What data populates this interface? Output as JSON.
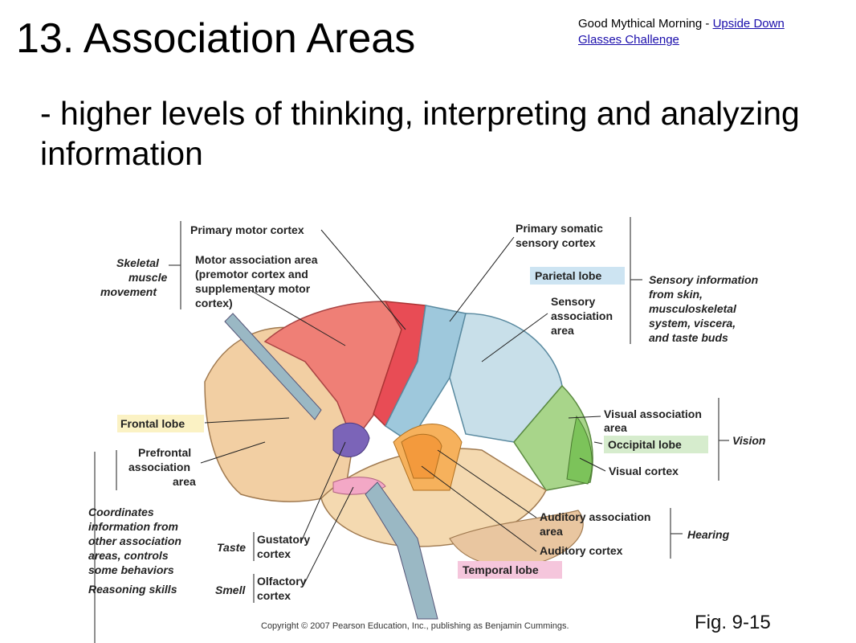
{
  "slide": {
    "title": "13.  Association Areas",
    "reference_prefix": "Good Mythical Morning - ",
    "reference_link": "Upside Down Glasses Challenge",
    "subtitle": "- higher levels of thinking, interpreting and analyzing information"
  },
  "diagram": {
    "left_labels": {
      "primary_motor": "Primary motor cortex",
      "motor_assoc_1": "Motor association area",
      "motor_assoc_2": "(premotor cortex and",
      "motor_assoc_3": "supplementary motor",
      "motor_assoc_4": "cortex)",
      "skeletal_1": "Skeletal",
      "skeletal_2": "muscle",
      "skeletal_3": "movement",
      "frontal_lobe": "Frontal lobe",
      "prefrontal_1": "Prefrontal",
      "prefrontal_2": "association",
      "prefrontal_3": "area",
      "coord_1": "Coordinates",
      "coord_2": "information from",
      "coord_3": "other association",
      "coord_4": "areas, controls",
      "coord_5": "some behaviors",
      "reasoning": "Reasoning skills",
      "taste": "Taste",
      "gustatory_1": "Gustatory",
      "gustatory_2": "cortex",
      "smell": "Smell",
      "olfactory_1": "Olfactory",
      "olfactory_2": "cortex"
    },
    "right_labels": {
      "primary_somatic_1": "Primary somatic",
      "primary_somatic_2": "sensory cortex",
      "parietal_lobe": "Parietal lobe",
      "sensory_info_1": "Sensory information",
      "sensory_info_2": "from skin,",
      "sensory_info_3": "musculoskeletal",
      "sensory_info_4": "system, viscera,",
      "sensory_info_5": "and taste buds",
      "sensory_assoc_1": "Sensory",
      "sensory_assoc_2": "association",
      "sensory_assoc_3": "area",
      "visual_assoc_1": "Visual association",
      "visual_assoc_2": "area",
      "occipital_lobe": "Occipital lobe",
      "vision": "Vision",
      "visual_cortex": "Visual cortex",
      "auditory_assoc_1": "Auditory association",
      "auditory_assoc_2": "area",
      "hearing": "Hearing",
      "auditory_cortex": "Auditory cortex",
      "temporal_lobe": "Temporal lobe"
    },
    "copyright": "Copyright © 2007 Pearson Education, Inc., publishing as Benjamin Cummings.",
    "fig_label": "Fig. 9-15",
    "colors": {
      "frontal": "#f2cfa3",
      "motor": "#ef7f76",
      "primary_motor": "#e84c55",
      "somatic": "#9ec8dc",
      "parietal": "#c8dfe9",
      "occipital_green": "#a8d58a",
      "visual_cortex": "#7cc35a",
      "auditory_assoc": "#f6b15c",
      "auditory": "#f39a3d",
      "temporal": "#f4d9b0",
      "gustatory": "#7b64b8",
      "olfactory": "#f3a8c6",
      "frontal_lobe_box": "#fbf2c4",
      "parietal_lobe_box": "#cde4f2",
      "occipital_lobe_box": "#d6eccd",
      "temporal_lobe_box": "#f5c6dc"
    }
  }
}
